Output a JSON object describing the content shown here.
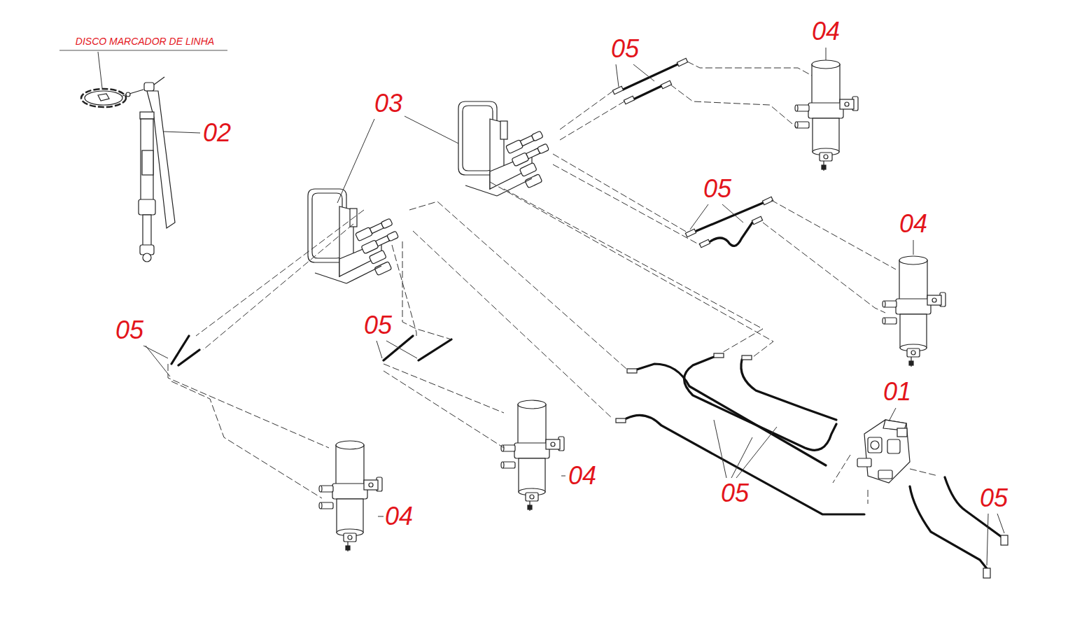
{
  "diagram": {
    "labels": [
      "DISCO MARCADOR DE LINHA",
      "04",
      "05",
      "03",
      "02",
      "05",
      "04",
      "05",
      "05",
      "01",
      "04",
      "05",
      "05",
      "04"
    ]
  }
}
